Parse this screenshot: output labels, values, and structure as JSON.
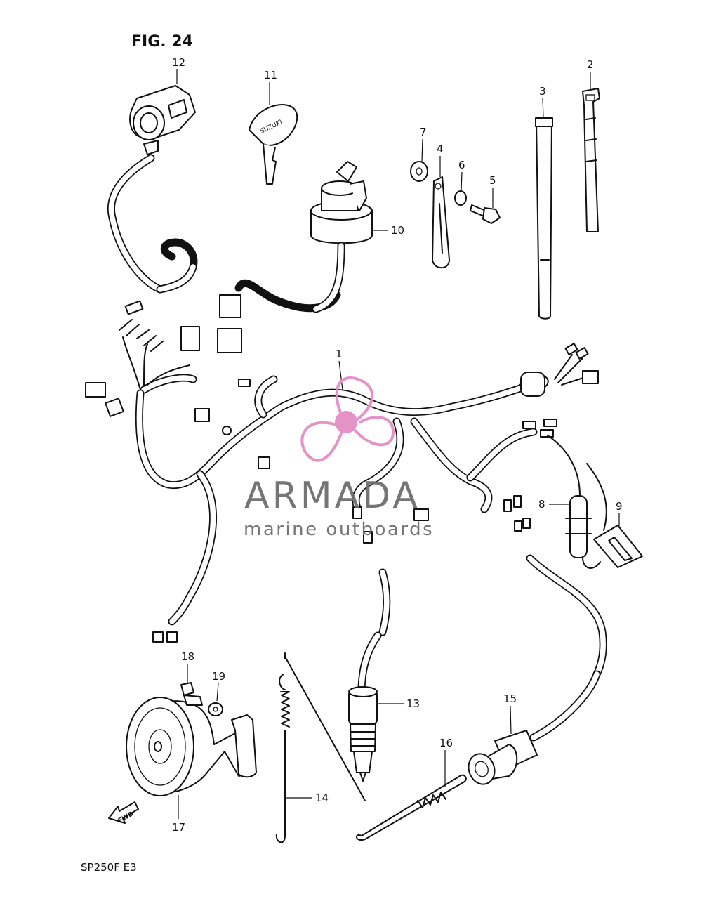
{
  "figure": {
    "title": "FIG. 24",
    "model_code": "SP250F  E3"
  },
  "callouts": {
    "p1": "1",
    "p2": "2",
    "p3": "3",
    "p4": "4",
    "p5": "5",
    "p6": "6",
    "p7": "7",
    "p8": "8",
    "p9": "9",
    "p10": "10",
    "p11": "11",
    "p12": "12",
    "p13": "13",
    "p14": "14",
    "p15": "15",
    "p16": "16",
    "p17": "17",
    "p18": "18",
    "p19": "19"
  },
  "direction_marker": "FWD",
  "key_brand": "SUZUKI",
  "watermark": {
    "brand": "ARMADA",
    "tagline": "marine outboards",
    "logo_color": "#e48ec5",
    "text_color": "#6e6e6e"
  }
}
